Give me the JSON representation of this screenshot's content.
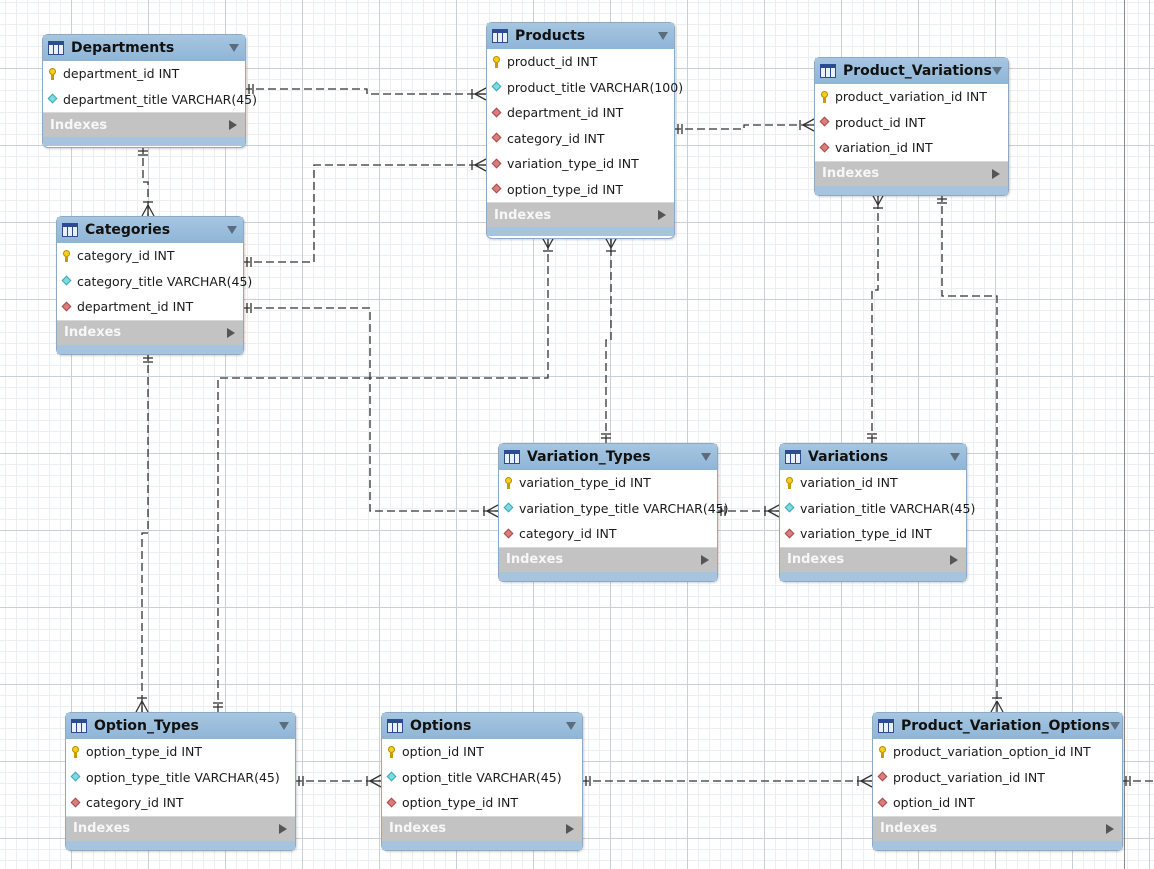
{
  "diagram": {
    "indexes_label": "Indexes",
    "tables": [
      {
        "name": "Departments",
        "columns": [
          {
            "name": "department_id INT",
            "key": "pk"
          },
          {
            "name": "department_title VARCHAR(45)",
            "key": "nn"
          }
        ]
      },
      {
        "name": "Products",
        "columns": [
          {
            "name": "product_id INT",
            "key": "pk"
          },
          {
            "name": "product_title VARCHAR(100)",
            "key": "nn"
          },
          {
            "name": "department_id INT",
            "key": "fk"
          },
          {
            "name": "category_id INT",
            "key": "fk"
          },
          {
            "name": "variation_type_id INT",
            "key": "fk"
          },
          {
            "name": "option_type_id INT",
            "key": "fk"
          }
        ]
      },
      {
        "name": "Product_Variations",
        "columns": [
          {
            "name": "product_variation_id INT",
            "key": "pk"
          },
          {
            "name": "product_id INT",
            "key": "fk"
          },
          {
            "name": "variation_id INT",
            "key": "fk"
          }
        ]
      },
      {
        "name": "Categories",
        "columns": [
          {
            "name": "category_id INT",
            "key": "pk"
          },
          {
            "name": "category_title VARCHAR(45)",
            "key": "nn"
          },
          {
            "name": "department_id INT",
            "key": "fk"
          }
        ]
      },
      {
        "name": "Variation_Types",
        "columns": [
          {
            "name": "variation_type_id INT",
            "key": "pk"
          },
          {
            "name": "variation_type_title VARCHAR(45)",
            "key": "nn"
          },
          {
            "name": "category_id INT",
            "key": "fk"
          }
        ]
      },
      {
        "name": "Variations",
        "columns": [
          {
            "name": "variation_id INT",
            "key": "pk"
          },
          {
            "name": "variation_title VARCHAR(45)",
            "key": "nn"
          },
          {
            "name": "variation_type_id INT",
            "key": "fk"
          }
        ]
      },
      {
        "name": "Option_Types",
        "columns": [
          {
            "name": "option_type_id INT",
            "key": "pk"
          },
          {
            "name": "option_type_title VARCHAR(45)",
            "key": "nn"
          },
          {
            "name": "category_id INT",
            "key": "fk"
          }
        ]
      },
      {
        "name": "Options",
        "columns": [
          {
            "name": "option_id INT",
            "key": "pk"
          },
          {
            "name": "option_title VARCHAR(45)",
            "key": "nn"
          },
          {
            "name": "option_type_id INT",
            "key": "fk"
          }
        ]
      },
      {
        "name": "Product_Variation_Options",
        "columns": [
          {
            "name": "product_variation_option_id INT",
            "key": "pk"
          },
          {
            "name": "product_variation_id INT",
            "key": "fk"
          },
          {
            "name": "option_id INT",
            "key": "fk"
          }
        ]
      }
    ],
    "relationships": [
      {
        "from": "Departments",
        "to": "Products",
        "cardinality": "one-to-many"
      },
      {
        "from": "Departments",
        "to": "Categories",
        "cardinality": "one-to-many"
      },
      {
        "from": "Categories",
        "to": "Products",
        "cardinality": "one-to-many"
      },
      {
        "from": "Products",
        "to": "Product_Variations",
        "cardinality": "one-to-many"
      },
      {
        "from": "Categories",
        "to": "Variation_Types",
        "cardinality": "one-to-many"
      },
      {
        "from": "Variation_Types",
        "to": "Products",
        "cardinality": "one-to-many"
      },
      {
        "from": "Variation_Types",
        "to": "Variations",
        "cardinality": "one-to-many"
      },
      {
        "from": "Variations",
        "to": "Product_Variations",
        "cardinality": "one-to-many"
      },
      {
        "from": "Categories",
        "to": "Option_Types",
        "cardinality": "one-to-many"
      },
      {
        "from": "Option_Types",
        "to": "Products",
        "cardinality": "one-to-many"
      },
      {
        "from": "Option_Types",
        "to": "Options",
        "cardinality": "one-to-many"
      },
      {
        "from": "Options",
        "to": "Product_Variation_Options",
        "cardinality": "one-to-many"
      },
      {
        "from": "Product_Variations",
        "to": "Product_Variation_Options",
        "cardinality": "one-to-many"
      }
    ],
    "colors": {
      "header": "#9dbfdd",
      "indexes_bar": "#c3c3c3",
      "connector": "#333333",
      "grid": "#c9d0d8"
    }
  }
}
